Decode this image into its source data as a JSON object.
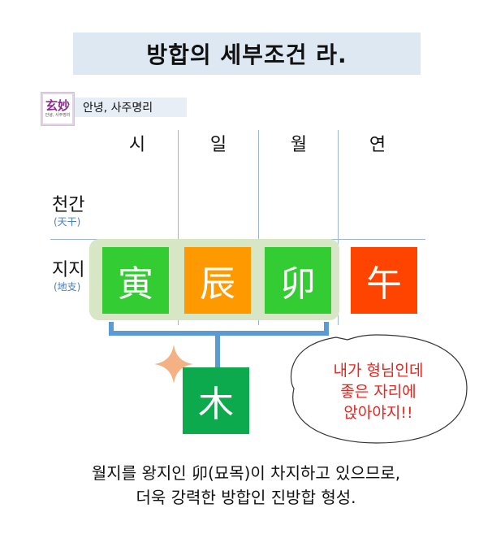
{
  "title": "방합의 세부조건 라.",
  "logo": {
    "main": "玄妙",
    "sub": "안녕, 사주명리"
  },
  "blog_label": "안녕, 사주명리",
  "columns": [
    "시",
    "일",
    "월",
    "연"
  ],
  "rows": {
    "heavenly": {
      "label": "천간",
      "sub": "(天干)"
    },
    "earthly": {
      "label": "지지",
      "sub": "(地支)"
    }
  },
  "branches": [
    {
      "char": "寅",
      "color": "#33cc33"
    },
    {
      "char": "辰",
      "color": "#ff9900"
    },
    {
      "char": "卯",
      "color": "#33cc33"
    },
    {
      "char": "午",
      "color": "#ff4400"
    }
  ],
  "result": {
    "char": "木",
    "color": "#0daa4d"
  },
  "bubble_lines": [
    "내가 형님인데",
    "좋은 자리에",
    "앉아야지!!"
  ],
  "caption_lines": [
    "월지를 왕지인 卯(묘목)이 차지하고 있으므로,",
    "더욱 강력한 방합인 진방합 형성."
  ],
  "colors": {
    "bracket": "#5b9bd5",
    "highlight": "#d7e7c6",
    "grid": "#9bb4d6",
    "sparkle": "#f4b183",
    "title_bg": "#dde8f3",
    "bubble_text": "#e8251e"
  }
}
